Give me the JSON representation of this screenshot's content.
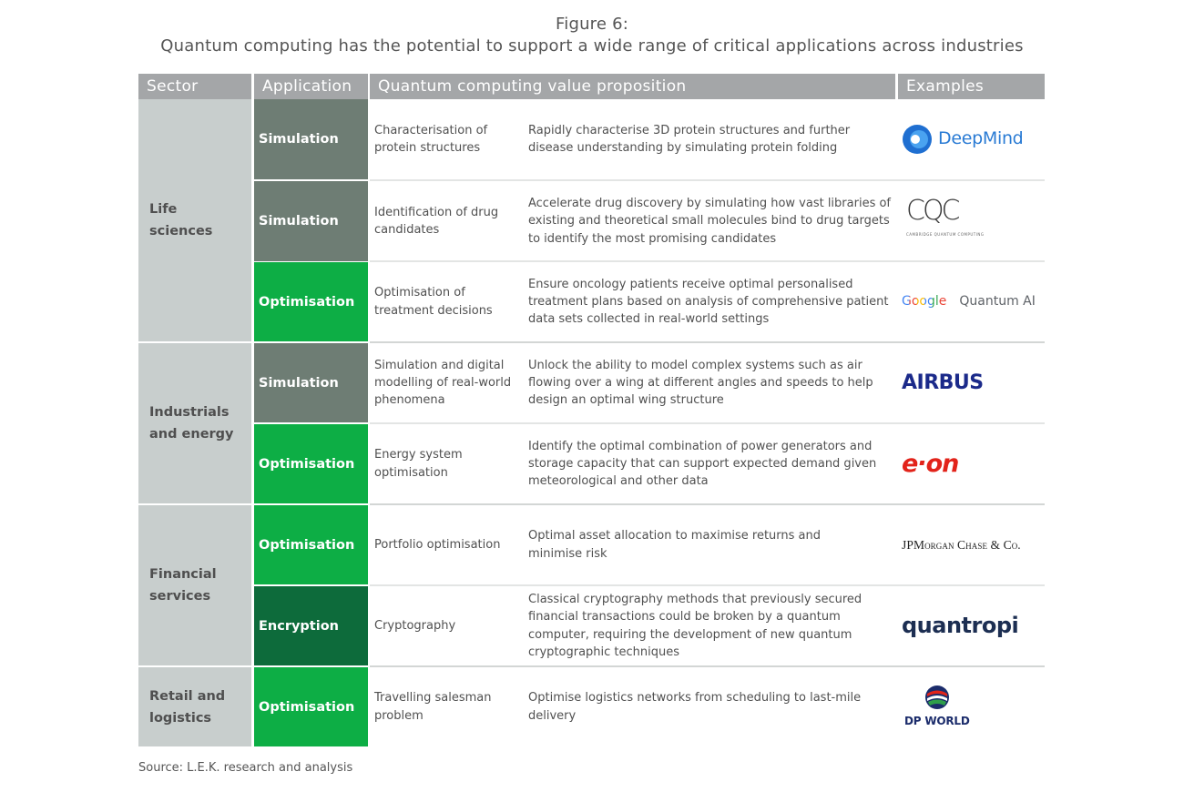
{
  "figure": {
    "title": "Figure 6:",
    "subtitle": "Quantum computing has the potential to support a wide range of critical applications across industries"
  },
  "headers": {
    "sector": "Sector",
    "application": "Application",
    "value": "Quantum computing value proposition",
    "examples": "Examples"
  },
  "sectors": [
    {
      "label": "Life\nsciences"
    },
    {
      "label": "Industrials\nand energy"
    },
    {
      "label": "Financial\nservices"
    },
    {
      "label": "Retail and\nlogistics"
    }
  ],
  "rows": [
    {
      "type": "Simulation",
      "application": "Characterisation of protein structures",
      "value": "Rapidly characterise 3D protein structures and further disease understanding by simulating protein folding",
      "example": "DeepMind"
    },
    {
      "type": "Simulation",
      "application": "Identification of drug candidates",
      "value": "Accelerate drug discovery by simulating how vast libraries of existing and theoretical small molecules bind to drug targets to identify the most promising candidates",
      "example": "CQC",
      "example_sub": "CAMBRIDGE QUANTUM COMPUTING"
    },
    {
      "type": "Optimisation",
      "application": "Optimisation of treatment decisions",
      "value": "Ensure oncology patients receive optimal personalised treatment plans based on analysis of comprehensive patient data sets collected in real-world settings",
      "example": "Google",
      "example_sub": "Quantum AI"
    },
    {
      "type": "Simulation",
      "application": "Simulation and digital modelling of real-world phenomena",
      "value": "Unlock the ability to model complex systems such as air flowing over a wing at different angles and speeds to help design an optimal wing structure",
      "example": "AIRBUS"
    },
    {
      "type": "Optimisation",
      "application": "Energy system optimisation",
      "value": "Identify the optimal combination of power generators and storage capacity that can support expected demand given meteorological and other data",
      "example": "e·on"
    },
    {
      "type": "Optimisation",
      "application": "Portfolio optimisation",
      "value": "Optimal asset allocation to maximise returns and minimise risk",
      "example": "JPMorgan Chase & Co."
    },
    {
      "type": "Encryption",
      "application": "Cryptography",
      "value": "Classical cryptography methods that previously secured financial transactions could be broken by a quantum computer, requiring the development of new quantum cryptographic techniques",
      "example": "quantropi"
    },
    {
      "type": "Optimisation",
      "application": "Travelling salesman problem",
      "value": "Optimise logistics networks from scheduling to last-mile delivery",
      "example": "DP WORLD"
    }
  ],
  "source": "Source: L.E.K. research and analysis",
  "colors": {
    "header": "#a4a6a8",
    "sector": "#c8cecd",
    "simulation": "#6e7d74",
    "optimisation": "#0dae45",
    "encryption": "#0d6b3b"
  },
  "icons": [
    "deepmind-logo",
    "cqc-logo",
    "google-logo",
    "airbus-logo",
    "eon-logo",
    "jpmorgan-logo",
    "quantropi-logo",
    "dpworld-logo"
  ]
}
